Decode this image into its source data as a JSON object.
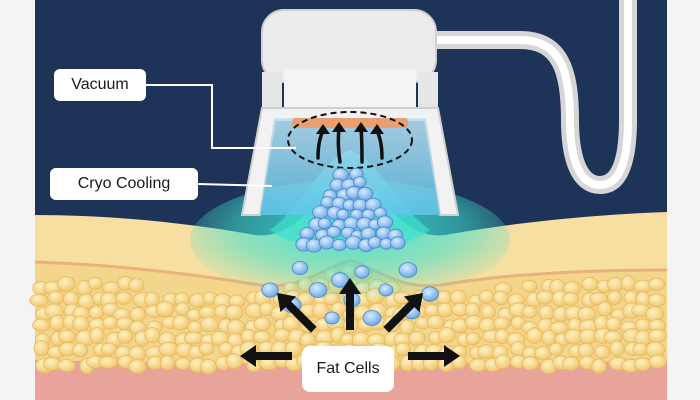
{
  "labels": {
    "vacuum": "Vacuum",
    "cryo_cooling": "Cryo Cooling",
    "fat_cells": "Fat Cells"
  },
  "colors": {
    "background_dark": "#1e3358",
    "side_panel": "#f4f4f4",
    "skin": "#f6dfa0",
    "fat": "#f4d58c",
    "muscle": "#e8a49a",
    "cooling_glow": "#3fe0d0",
    "frozen_cells": "#8fc8f2",
    "applicator": "#f2f2f2",
    "pad": "#e8a070",
    "arrow": "#111111"
  },
  "icons": {
    "vacuum_arrows": "up-arrow-icon",
    "fat_arrows": "arrow-icon"
  }
}
